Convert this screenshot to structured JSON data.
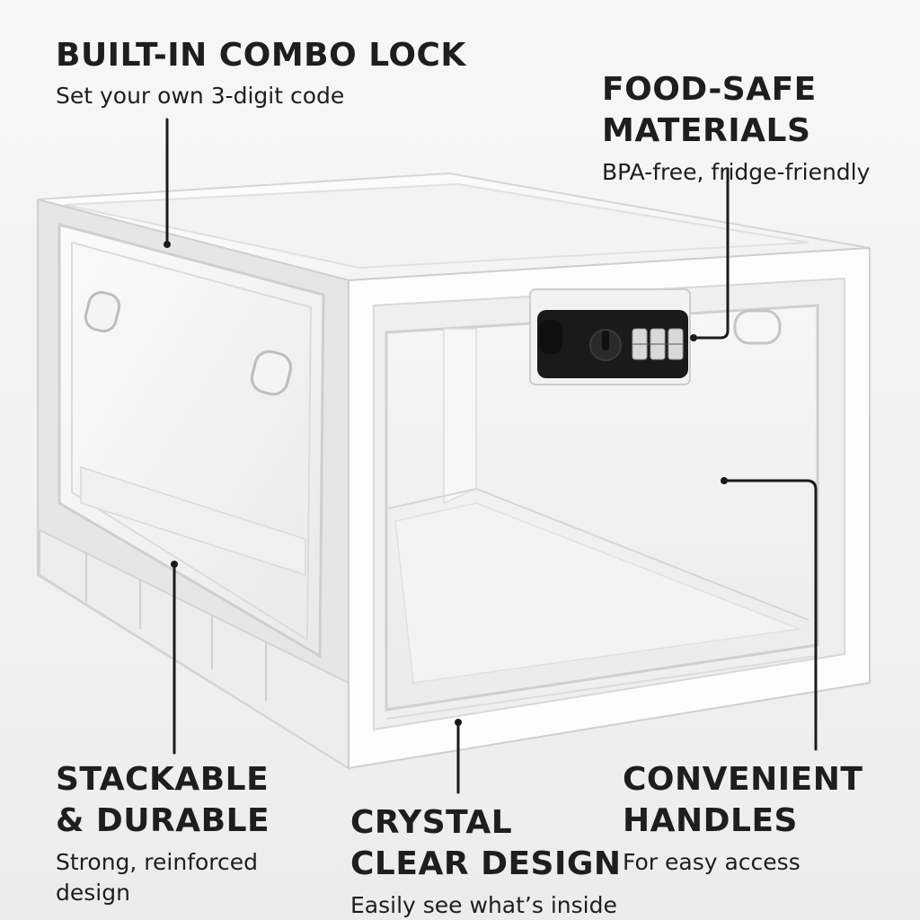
{
  "callouts": {
    "lock": {
      "title": "BUILT-IN COMBO LOCK",
      "subtitle": "Set your own 3-digit code"
    },
    "food_safe": {
      "title": "FOOD-SAFE\nMATERIALS",
      "subtitle": "BPA-free, fridge-friendly"
    },
    "stackable": {
      "title": "STACKABLE\n& DURABLE",
      "subtitle": "Strong, reinforced\ndesign"
    },
    "clear": {
      "title": "CRYSTAL\nCLEAR DESIGN",
      "subtitle": "Easily see what’s inside"
    },
    "handles": {
      "title": "CONVENIENT\nHANDLES",
      "subtitle": "For easy access"
    }
  },
  "colors": {
    "background": "#f4f4f4",
    "text": "#1e1e1e",
    "frame": "#ffffff",
    "lock_body": "#1a1a1a"
  },
  "icons": {
    "product": "clear-plastic-lockable-storage-box",
    "lock": "combination-lock-icon"
  }
}
